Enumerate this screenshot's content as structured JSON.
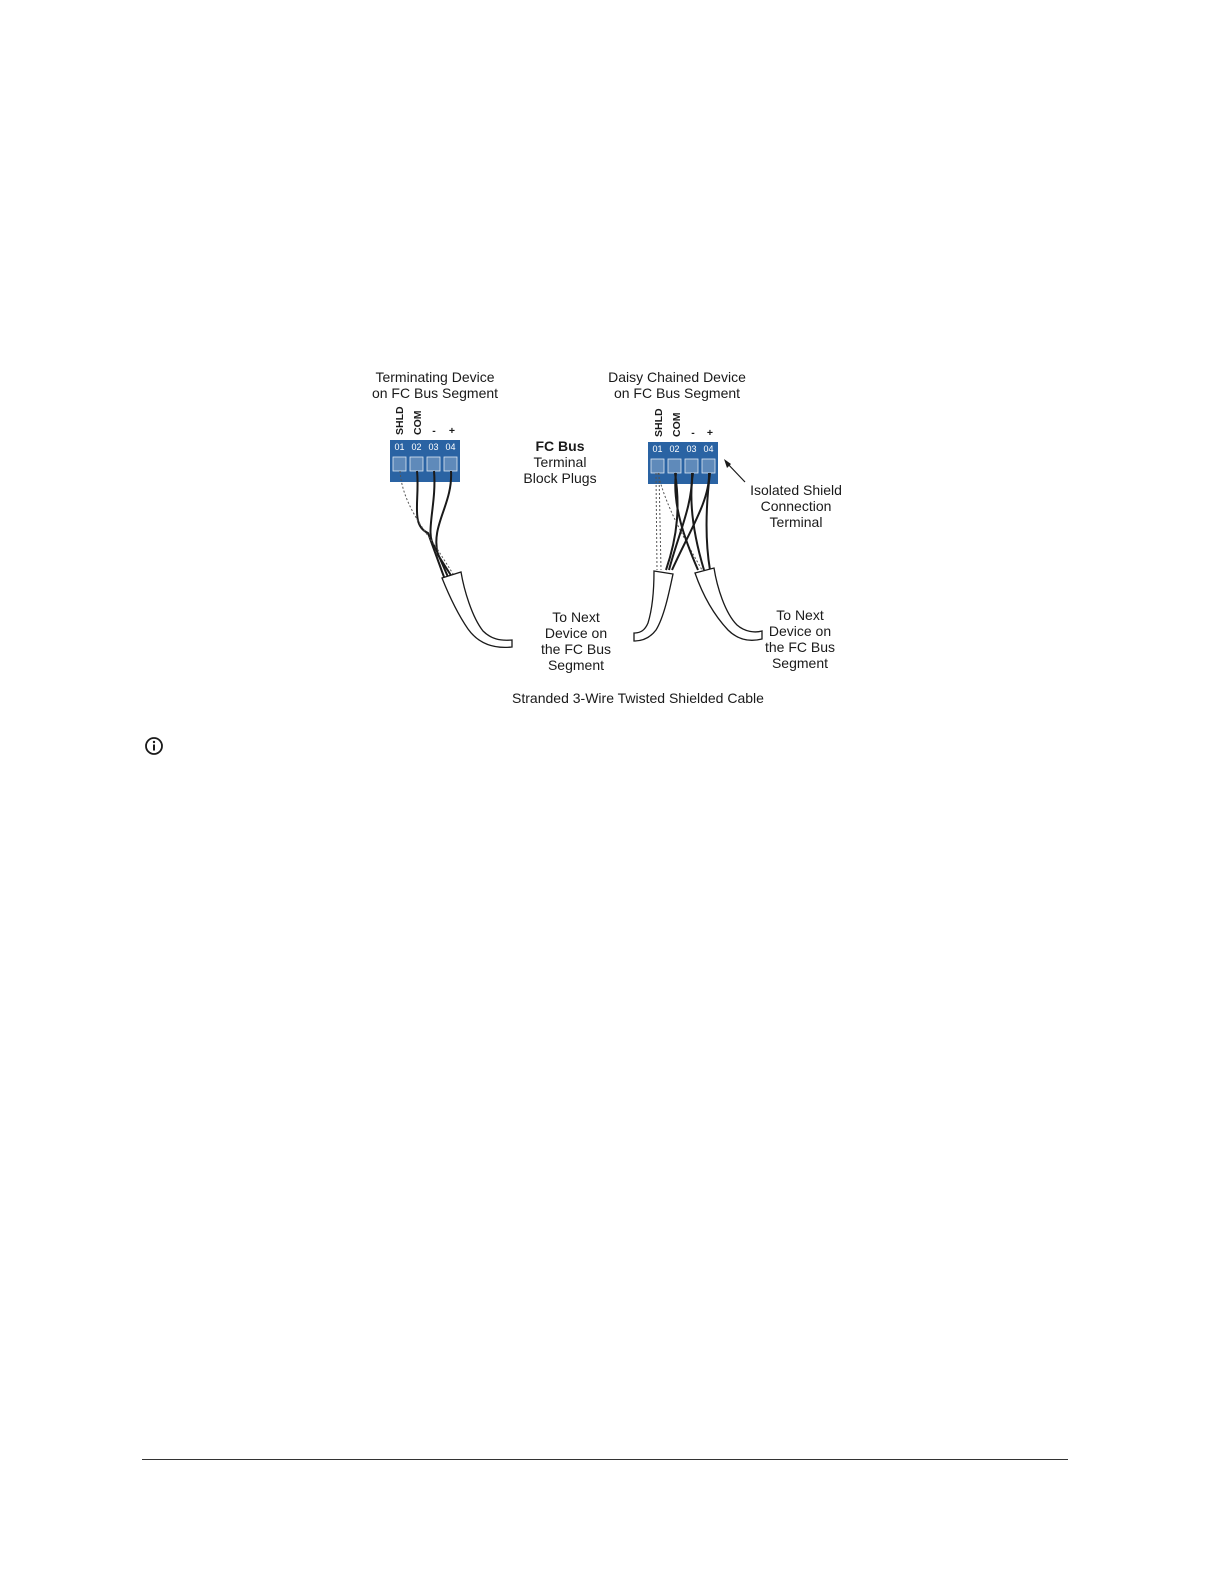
{
  "figure": {
    "left_device_label": [
      "Terminating Device",
      "on FC Bus Segment"
    ],
    "right_device_label": [
      "Daisy Chained Device",
      "on FC Bus Segment"
    ],
    "center_title": "FC Bus",
    "center_subtitle": [
      "Terminal",
      "Block Plugs"
    ],
    "terminal_names": [
      "SHLD",
      "COM",
      "-",
      "+"
    ],
    "terminal_numbers": [
      "01",
      "02",
      "03",
      "04"
    ],
    "isolated_shield_label": [
      "Isolated Shield",
      "Connection",
      "Terminal"
    ],
    "next_device_label": [
      "To Next",
      "Device on",
      "the FC Bus",
      "Segment"
    ],
    "caption": "Stranded 3-Wire Twisted Shielded Cable",
    "block_color": "#2a63a3"
  },
  "icons": {
    "note": "info-circle-icon"
  }
}
